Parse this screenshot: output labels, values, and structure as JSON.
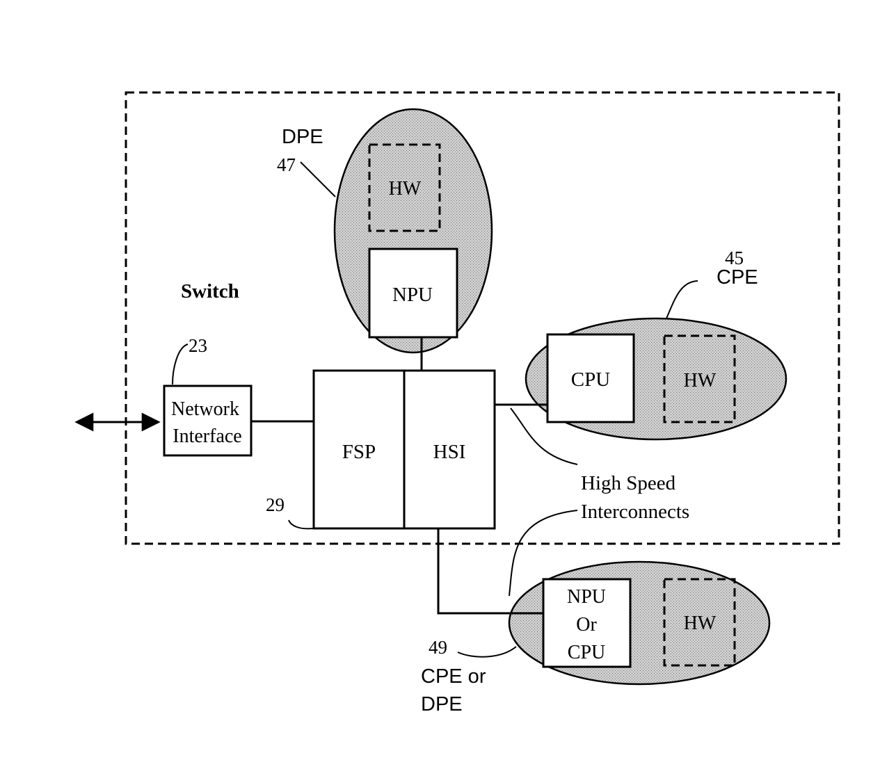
{
  "switch": {
    "label": "Switch"
  },
  "network_interface": {
    "ref": "23",
    "line1": "Network",
    "line2": "Interface"
  },
  "fsp": {
    "label": "FSP",
    "ref": "29"
  },
  "hsi": {
    "label": "HSI"
  },
  "dpe": {
    "title": "DPE",
    "ref": "47",
    "hw": "HW",
    "npu": "NPU"
  },
  "cpe": {
    "ref": "45",
    "title": "CPE",
    "cpu": "CPU",
    "hw": "HW"
  },
  "bottom_engine": {
    "ref": "49",
    "title_line1": "CPE or",
    "title_line2": "DPE",
    "unit_line1": "NPU",
    "unit_line2": "Or",
    "unit_line3": "CPU",
    "hw": "HW"
  },
  "interconnects": {
    "line1": "High Speed",
    "line2": "Interconnects"
  },
  "colors": {
    "stroke": "#000000",
    "ellipse_fill": "#c8c8c8",
    "background": "#ffffff"
  }
}
